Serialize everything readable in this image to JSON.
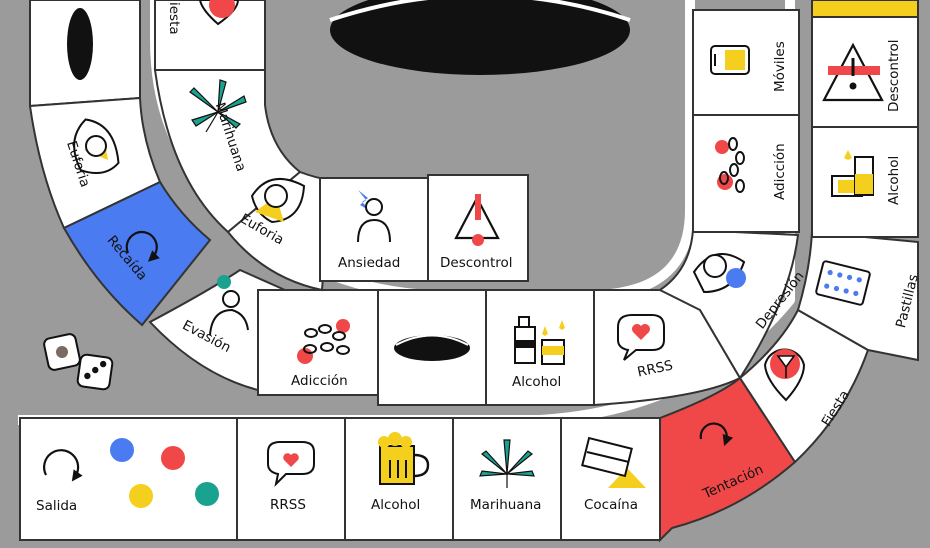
{
  "bottom_row": {
    "start": "Salida",
    "rrss": "RRSS",
    "alcohol": "Alcohol",
    "marihuana": "Marihuana",
    "cocaina": "Cocaína",
    "tentacion": "Tentación"
  },
  "right_outer": {
    "fiesta": "Fiesta",
    "pastillas": "Pastillas",
    "alcohol": "Alcohol",
    "descontrol": "Descontrol"
  },
  "middle_path": {
    "evasion": "Evasión",
    "adiccion": "Adicción",
    "alcohol": "Alcohol",
    "rrss": "RRSS",
    "depresion": "Depresión",
    "adiccion_upper": "Adicción",
    "moviles": "Móviles"
  },
  "left_outer": {
    "recaida": "Recaída",
    "euforia": "Euforia"
  },
  "inner_path": {
    "euforia": "Euforia",
    "ansiedad": "Ansiedad",
    "descontrol": "Descontrol",
    "marihuana": "Marihuana",
    "fiesta_partial": "iesta"
  },
  "colors": {
    "blue": "#4b7bf0",
    "red": "#f04848",
    "yellow": "#f5cf1e",
    "teal": "#1aa290",
    "board_gray": "#9b9b9b"
  }
}
